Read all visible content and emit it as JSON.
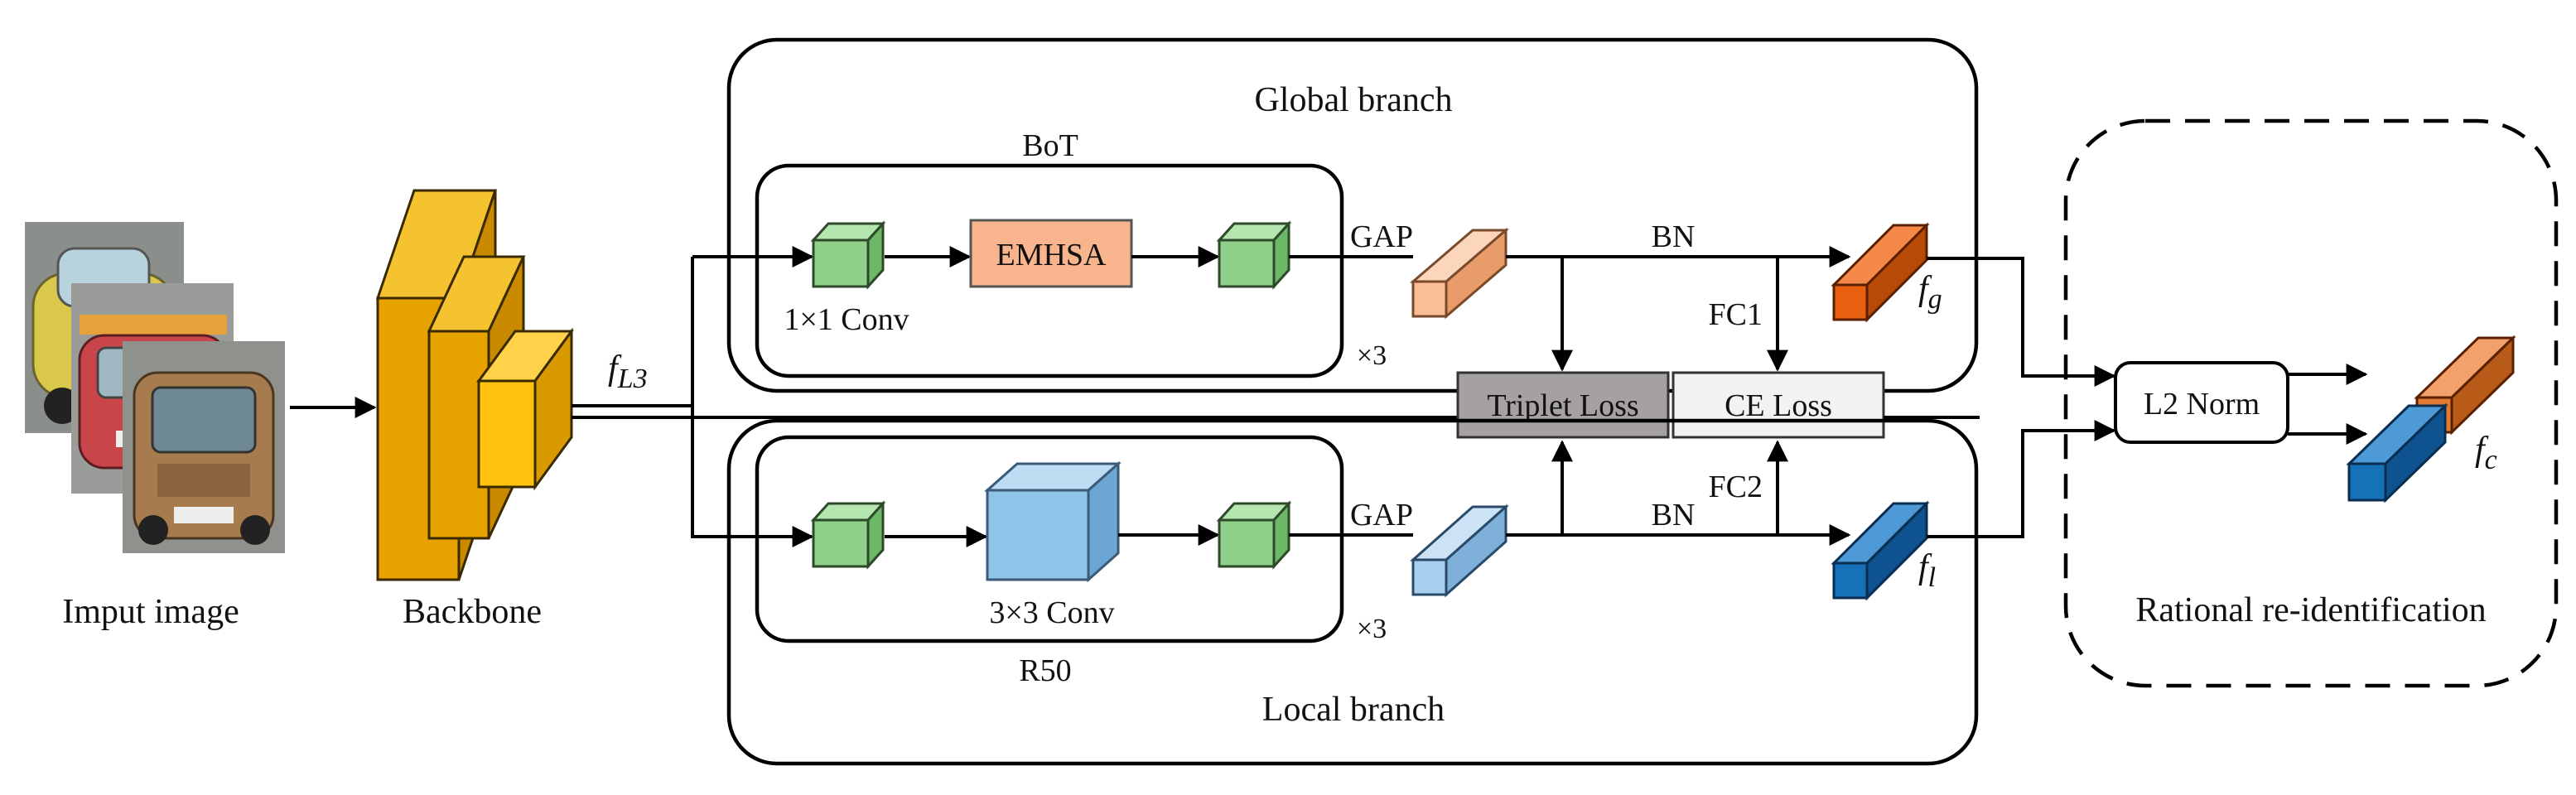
{
  "labels": {
    "input_image": "Imput image",
    "backbone": "Backbone",
    "f_L3_main": "f",
    "f_L3_sub": "L3",
    "global_branch": "Global branch",
    "local_branch": "Local branch",
    "bot": "BoT",
    "r50": "R50",
    "emhsa": "EMHSA",
    "conv1x1": "1×1 Conv",
    "conv3x3": "3×3 Conv",
    "times3_top": "×3",
    "times3_bottom": "×3",
    "gap_top": "GAP",
    "gap_bottom": "GAP",
    "bn_top": "BN",
    "bn_bottom": "BN",
    "fc1": "FC1",
    "fc2": "FC2",
    "triplet_loss": "Triplet Loss",
    "ce_loss": "CE Loss",
    "f_g_main": "f",
    "f_g_sub": "g",
    "f_l_main": "f",
    "f_l_sub": "l",
    "l2_norm": "L2 Norm",
    "f_c_main": "f",
    "f_c_sub": "c",
    "rational_reid": "Rational re-identification"
  },
  "colors": {
    "backbone": "#E8A200",
    "green_cube": "#8FD18A",
    "emhsa": "#F8B48C",
    "blue_conv": "#8EC4E8",
    "gap_orange": "#F9BE98",
    "gap_blue": "#A9CFEE",
    "feature_orange": "#E8600F",
    "feature_blue": "#1672B8",
    "triplet_fill": "#A6A1A1",
    "ce_fill": "#F2F2F2"
  },
  "input_photos": [
    {
      "name": "yellow-car-photo",
      "color": "#D9C84A"
    },
    {
      "name": "red-car-photo",
      "color": "#C8464A"
    },
    {
      "name": "brown-suv-photo",
      "color": "#A67C4E"
    }
  ]
}
